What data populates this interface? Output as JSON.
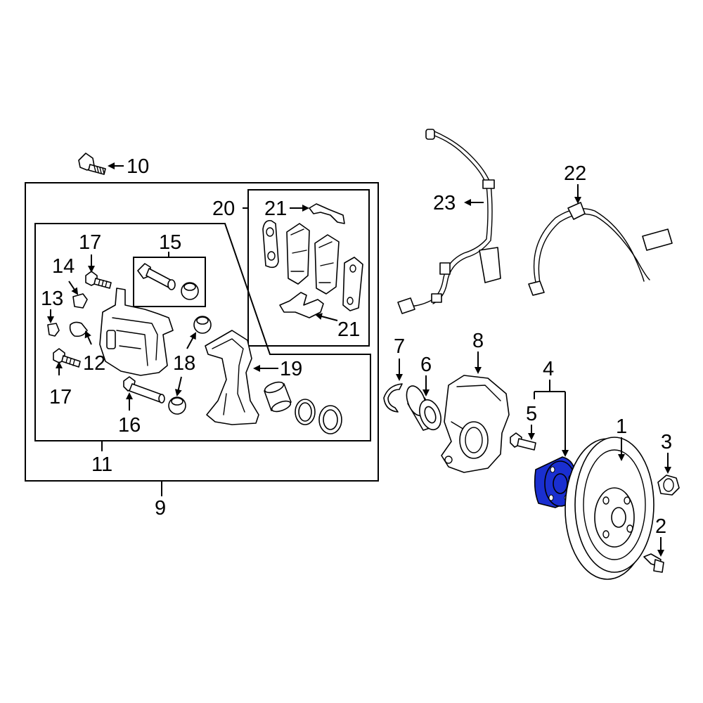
{
  "diagram": {
    "highlight_color": "#1a2fd0",
    "callouts": {
      "c1": "1",
      "c2": "2",
      "c3": "3",
      "c4": "4",
      "c5": "5",
      "c6": "6",
      "c7": "7",
      "c8": "8",
      "c9": "9",
      "c10": "10",
      "c11": "11",
      "c12": "12",
      "c13": "13",
      "c14": "14",
      "c15": "15",
      "c16": "16",
      "c17a": "17",
      "c17b": "17",
      "c18": "18",
      "c19": "19",
      "c20": "20",
      "c21a": "21",
      "c21b": "21",
      "c22": "22",
      "c23": "23"
    },
    "highlighted_part": "4"
  }
}
